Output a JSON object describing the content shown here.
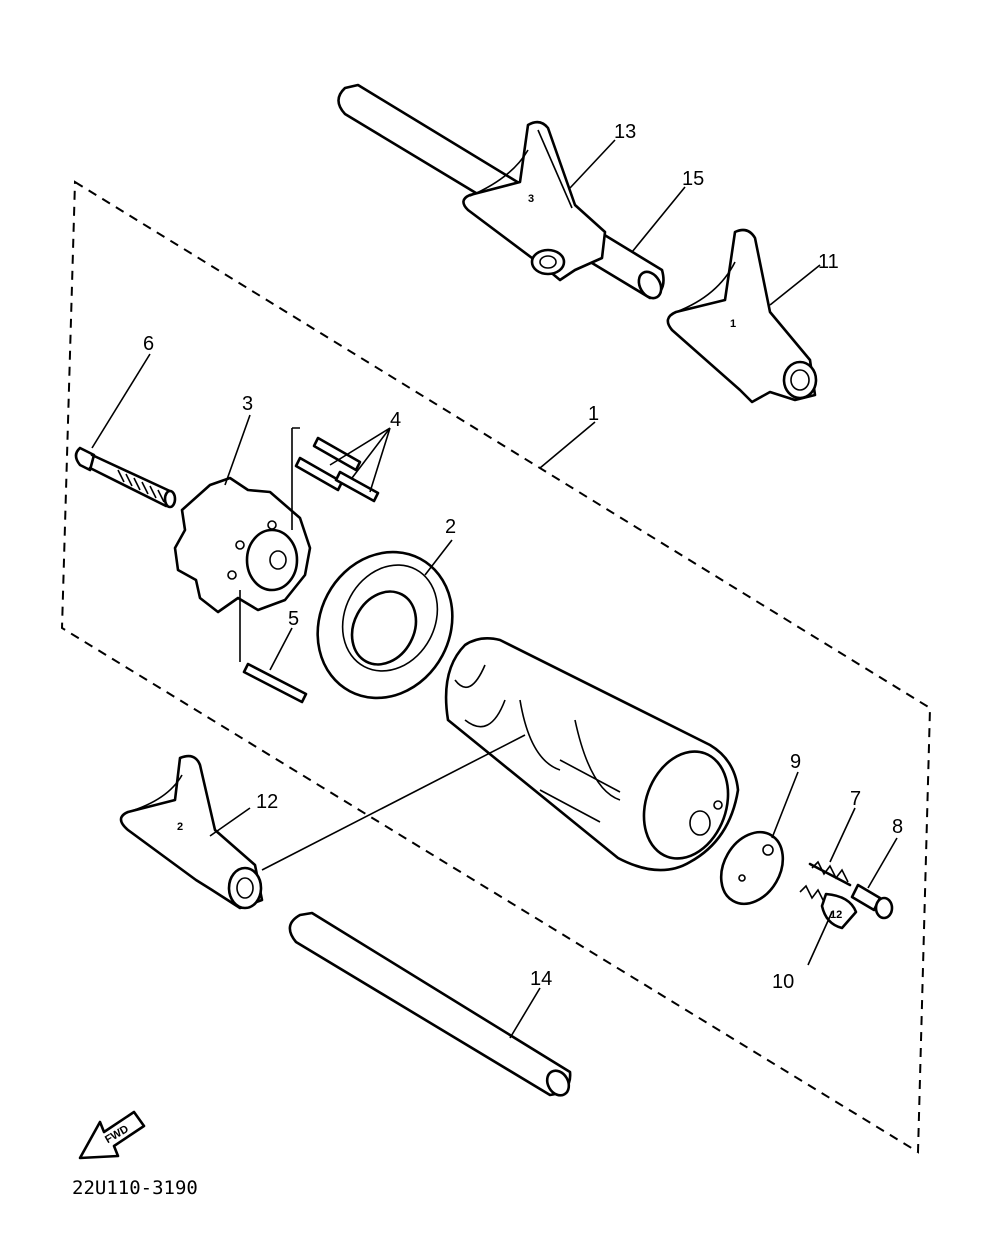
{
  "diagram": {
    "drawing_code": "22U110-3190",
    "direction_marker": "FWD",
    "callouts": [
      {
        "id": "1",
        "label": "1"
      },
      {
        "id": "2",
        "label": "2"
      },
      {
        "id": "3",
        "label": "3"
      },
      {
        "id": "4",
        "label": "4"
      },
      {
        "id": "5",
        "label": "5"
      },
      {
        "id": "6",
        "label": "6"
      },
      {
        "id": "7",
        "label": "7"
      },
      {
        "id": "8",
        "label": "8"
      },
      {
        "id": "9",
        "label": "9"
      },
      {
        "id": "10",
        "label": "10"
      },
      {
        "id": "11",
        "label": "11"
      },
      {
        "id": "12",
        "label": "12"
      },
      {
        "id": "13",
        "label": "13"
      },
      {
        "id": "14",
        "label": "14"
      },
      {
        "id": "15",
        "label": "15"
      }
    ],
    "fork_stamps": {
      "fork_13": "3",
      "fork_11": "1",
      "fork_12": "2",
      "screw_10": "12"
    }
  }
}
